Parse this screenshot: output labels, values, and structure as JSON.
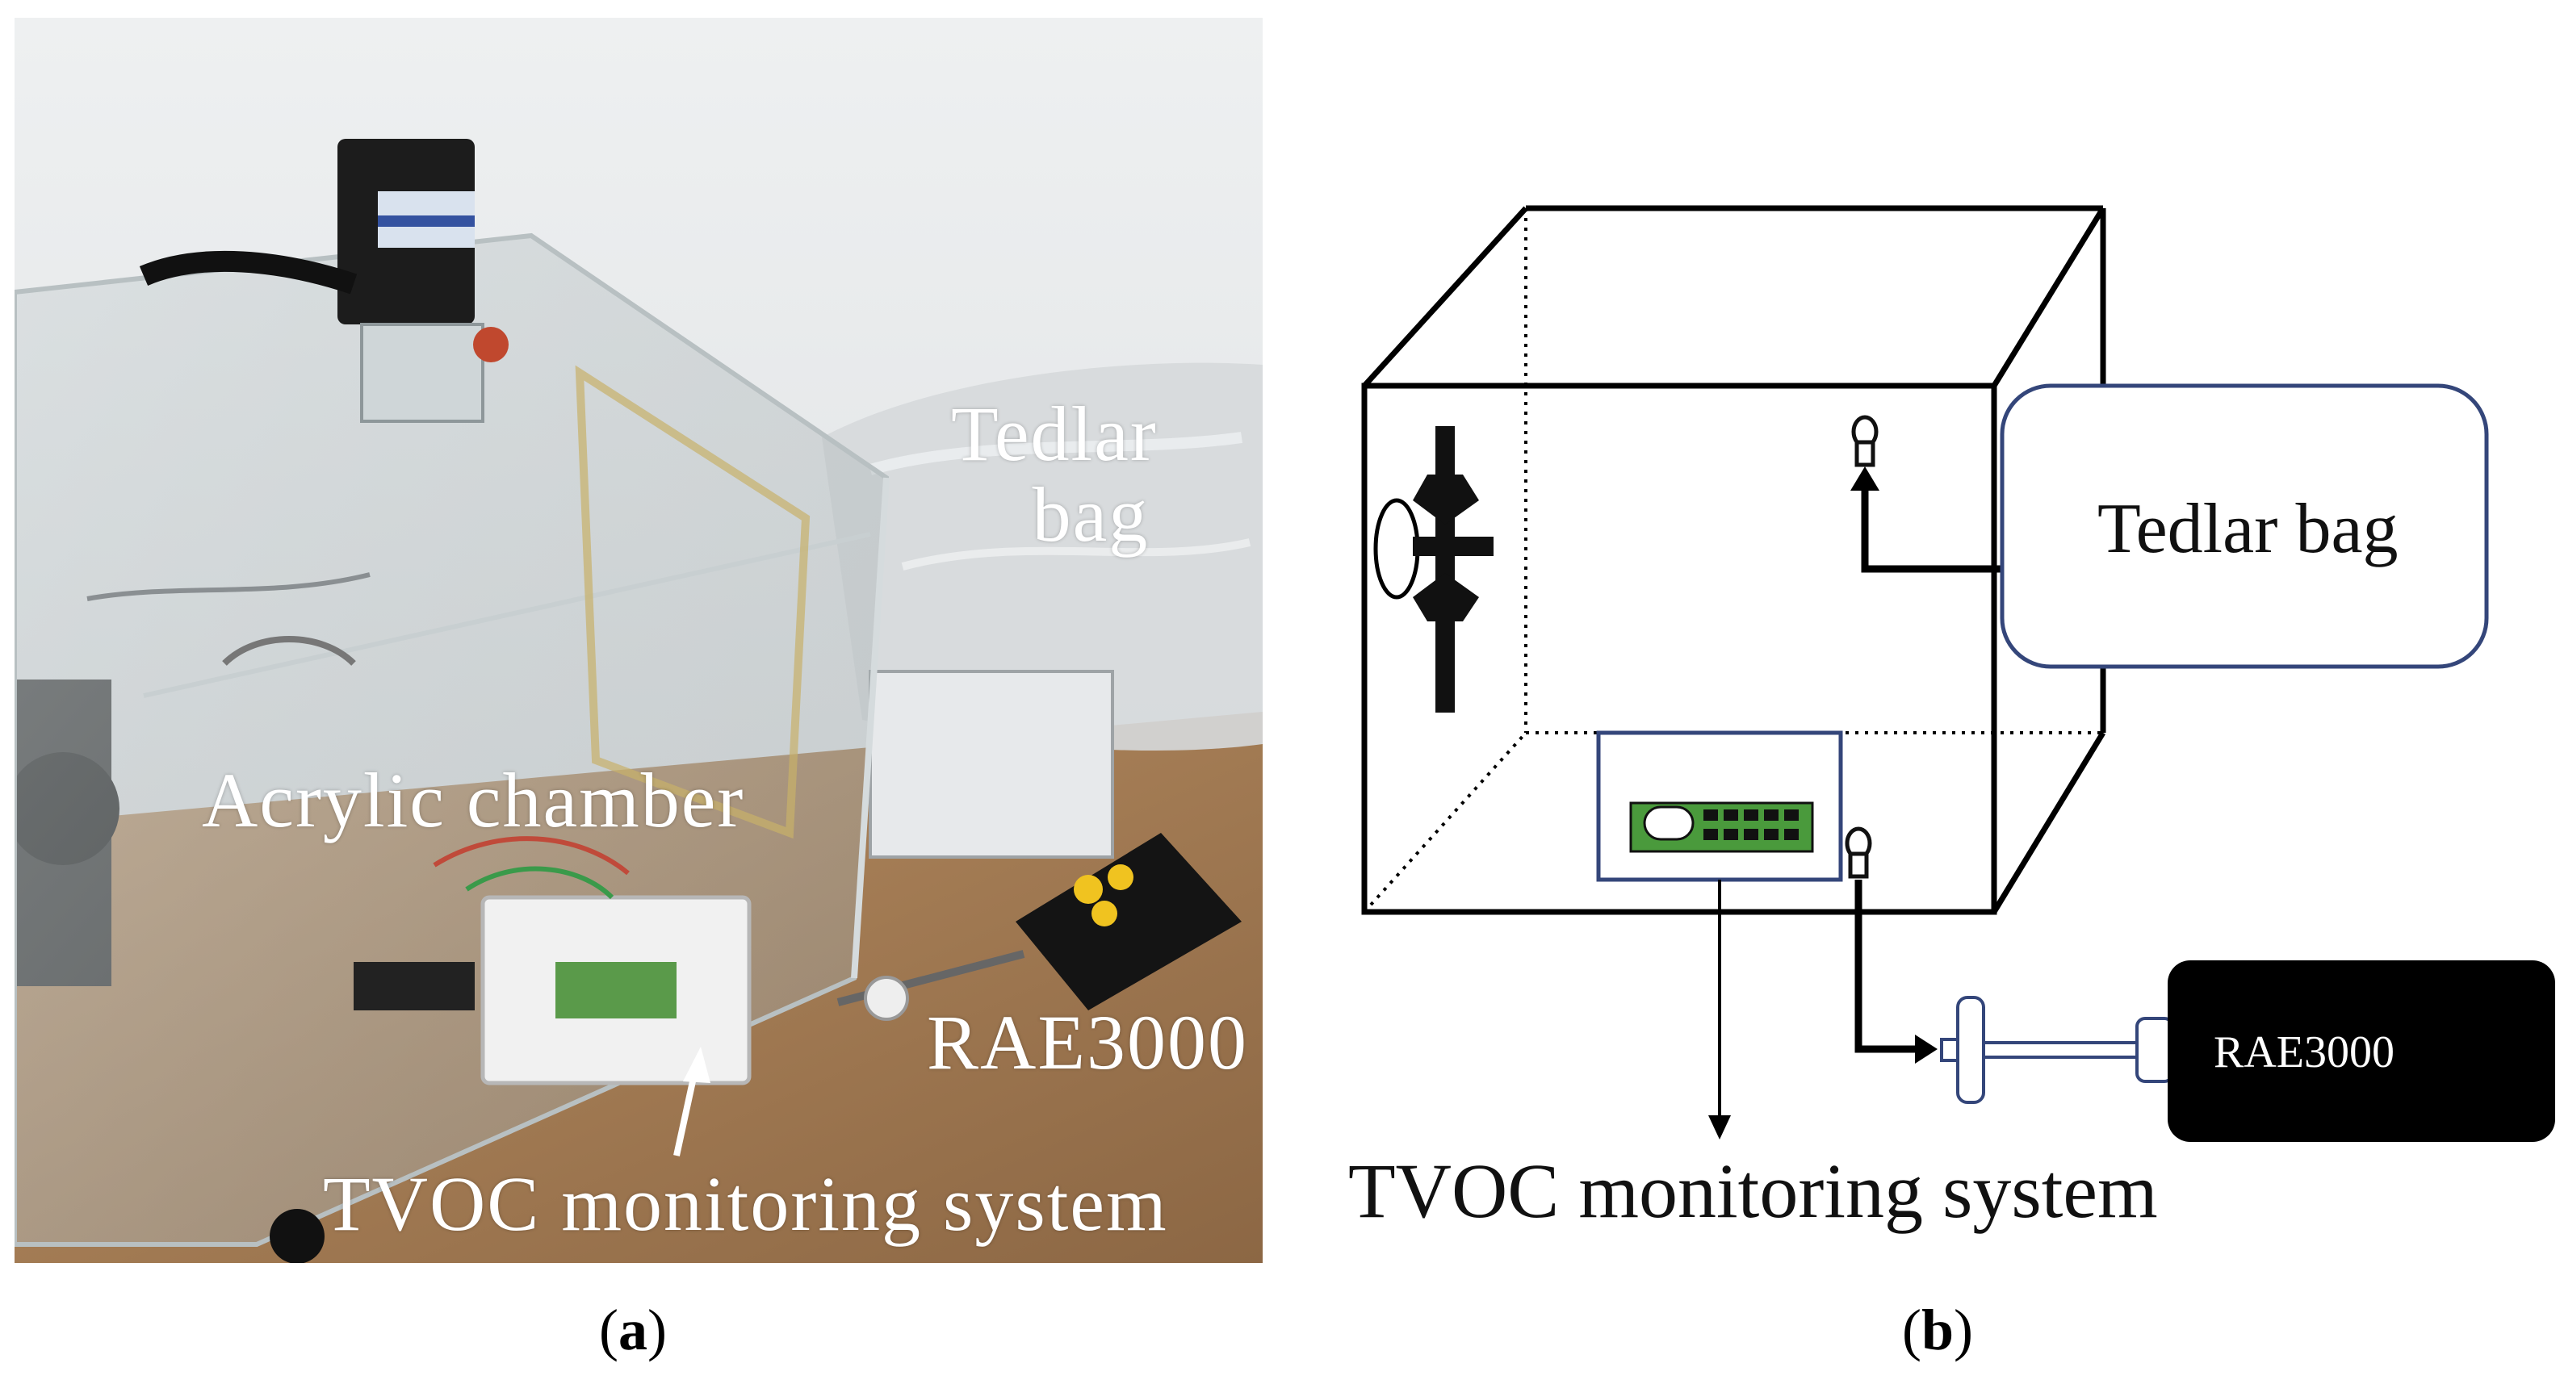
{
  "panel_a": {
    "labels": {
      "tedlar_line1": "Tedlar",
      "tedlar_line2": "bag",
      "acrylic": "Acrylic  chamber",
      "rae": "RAE3000",
      "tvoc": "TVOC  monitoring  system"
    },
    "caption_letter": "a"
  },
  "panel_b": {
    "labels": {
      "tedlar": "Tedlar  bag",
      "rae": "RAE3000",
      "tvoc": "TVOC  monitoring  system"
    },
    "caption_letter": "b"
  },
  "caption_open": "(",
  "caption_close": ")",
  "colors": {
    "frame_blue": "#34467a",
    "board_green": "#4a9a3c",
    "device_black": "#000000",
    "label_white": "#ffffff"
  },
  "icons": [
    "fan-icon",
    "port-icon",
    "connector-icon",
    "sensor-board-icon",
    "arrow-icon"
  ]
}
